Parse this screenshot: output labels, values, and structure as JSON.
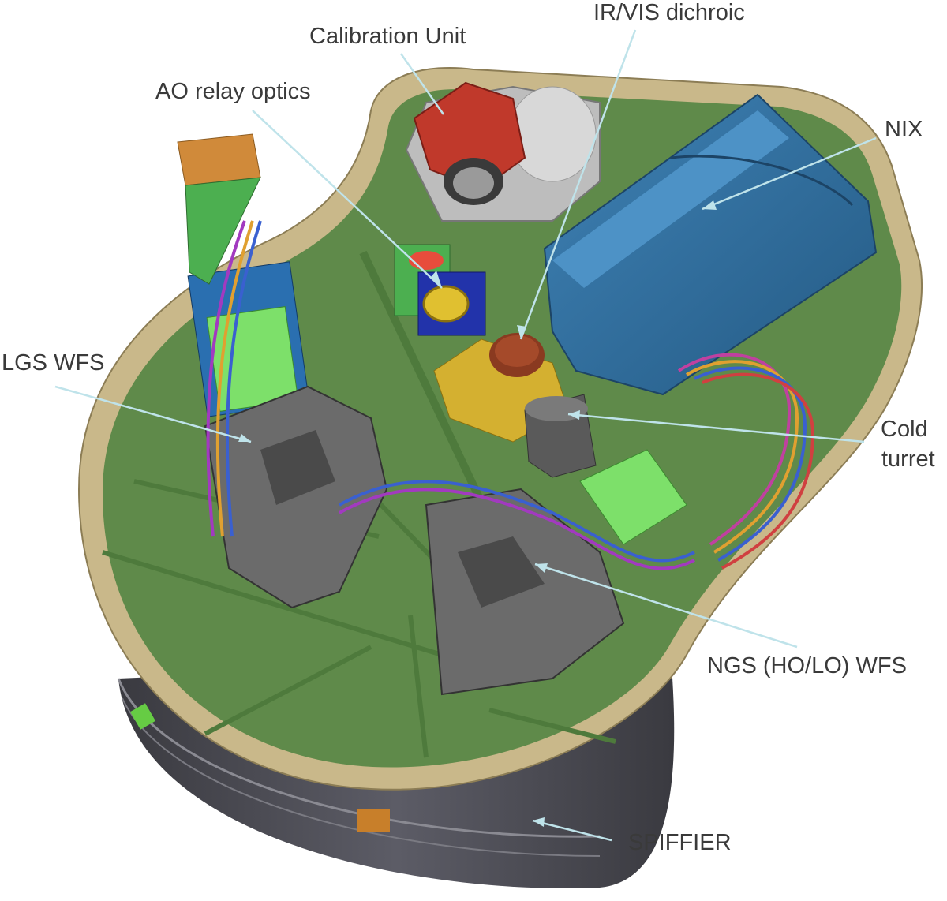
{
  "labels": {
    "calibration_unit": "Calibration Unit",
    "ir_vis_dichroic": "IR/VIS dichroic",
    "ao_relay_optics": "AO relay optics",
    "nix": "NIX",
    "lgs_wfs": "LGS WFS",
    "cold_turret_line1": "Cold",
    "cold_turret_line2": "turret",
    "ngs_wfs": "NGS (HO/LO) WFS",
    "spiffier": "SPIFFIER"
  },
  "colors": {
    "base_plate_rim": "#c9b88a",
    "base_plate_green": "#5f8a4a",
    "nix_blue": "#2f6e9e",
    "calibration_red": "#c0392b",
    "module_grey": "#6b6b6b",
    "cryostat_dark": "#4a4a52",
    "board_green": "#6fe06a",
    "leader_line": "#bfe3ea",
    "text": "#3a3a3a"
  }
}
